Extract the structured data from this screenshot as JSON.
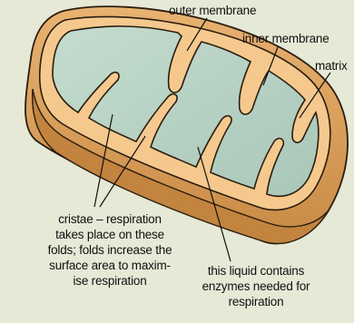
{
  "labels": {
    "outer_membrane": "outer membrane",
    "inner_membrane": "inner membrane",
    "matrix": "matrix",
    "cristae": "cristae – respiration\ntakes place on these\nfolds; folds increase the\nsurface area to maxim-\nise respiration",
    "liquid": "this liquid contains\nenzymes needed for\nrespiration"
  },
  "colors": {
    "background": "#e6e9d6",
    "outer_membrane": "#d79a52",
    "intermembrane_space": "#f5c98e",
    "matrix": "#b8d3c4",
    "outline": "#2b1d10"
  }
}
